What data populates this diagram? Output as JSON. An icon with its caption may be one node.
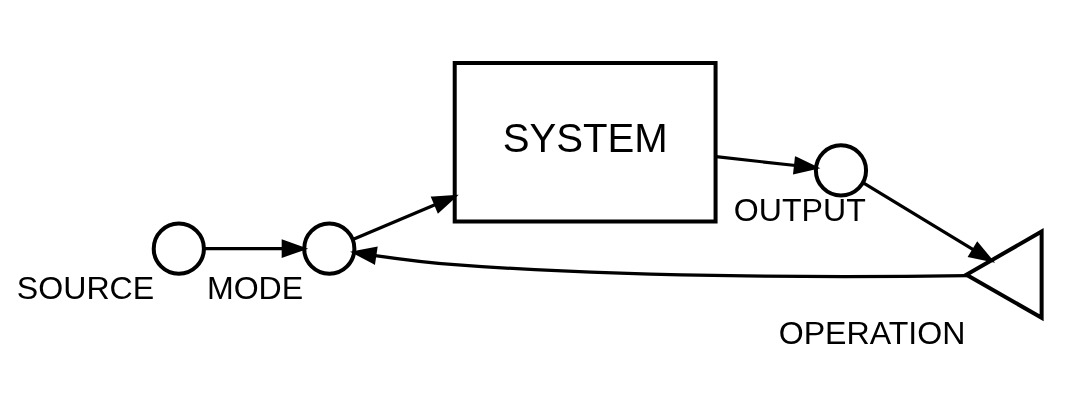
{
  "diagram": {
    "nodes": [
      {
        "text": [],
        "shape": "circle",
        "beside": [
          "SOURCE"
        ]
      },
      {
        "text": [],
        "shape": "circle",
        "beside": [
          "MODE"
        ]
      },
      {
        "text": [
          "SYSTEM"
        ]
      },
      {
        "text": [],
        "shape": "circle",
        "beside": [
          "OUTPUT"
        ]
      },
      {
        "text": [],
        "shape": "triangle",
        "beside": [
          "OPERATION"
        ]
      }
    ],
    "edges": [
      {
        "from": 0,
        "to": 1,
        "arrow": "to"
      },
      {
        "from": 1,
        "to": 2,
        "arrow": "to"
      },
      {
        "from": 2,
        "to": 3,
        "arrow": "to"
      },
      {
        "from": 3,
        "to": 4,
        "arrow": "to"
      },
      {
        "from": 4,
        "to": 1,
        "arrow": "to"
      }
    ]
  }
}
